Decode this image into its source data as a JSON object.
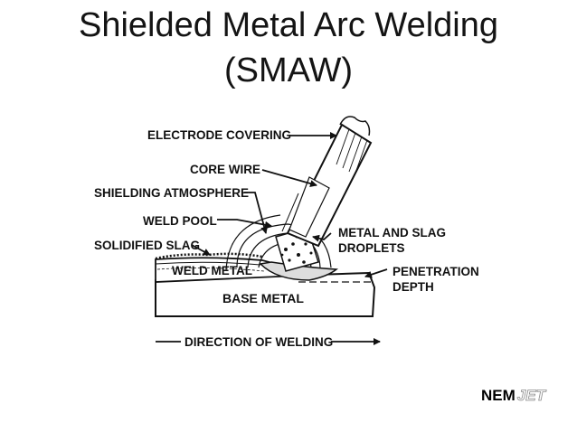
{
  "title": {
    "line1": "Shielded Metal Arc Welding",
    "line2": "(SMAW)"
  },
  "diagram": {
    "labels": {
      "electrode_covering": "ELECTRODE COVERING",
      "core_wire": "CORE WIRE",
      "shielding_atmosphere": "SHIELDING ATMOSPHERE",
      "weld_pool": "WELD POOL",
      "solidified_slag": "SOLIDIFIED SLAG",
      "weld_metal": "WELD METAL",
      "base_metal": "BASE METAL",
      "metal_and_slag_line1": "METAL AND SLAG",
      "metal_and_slag_line2": "DROPLETS",
      "penetration_line1": "PENETRATION",
      "penetration_line2": "DEPTH",
      "direction": "DIRECTION OF WELDING"
    }
  },
  "logo": {
    "part1": "NEM",
    "part2": "JET"
  }
}
